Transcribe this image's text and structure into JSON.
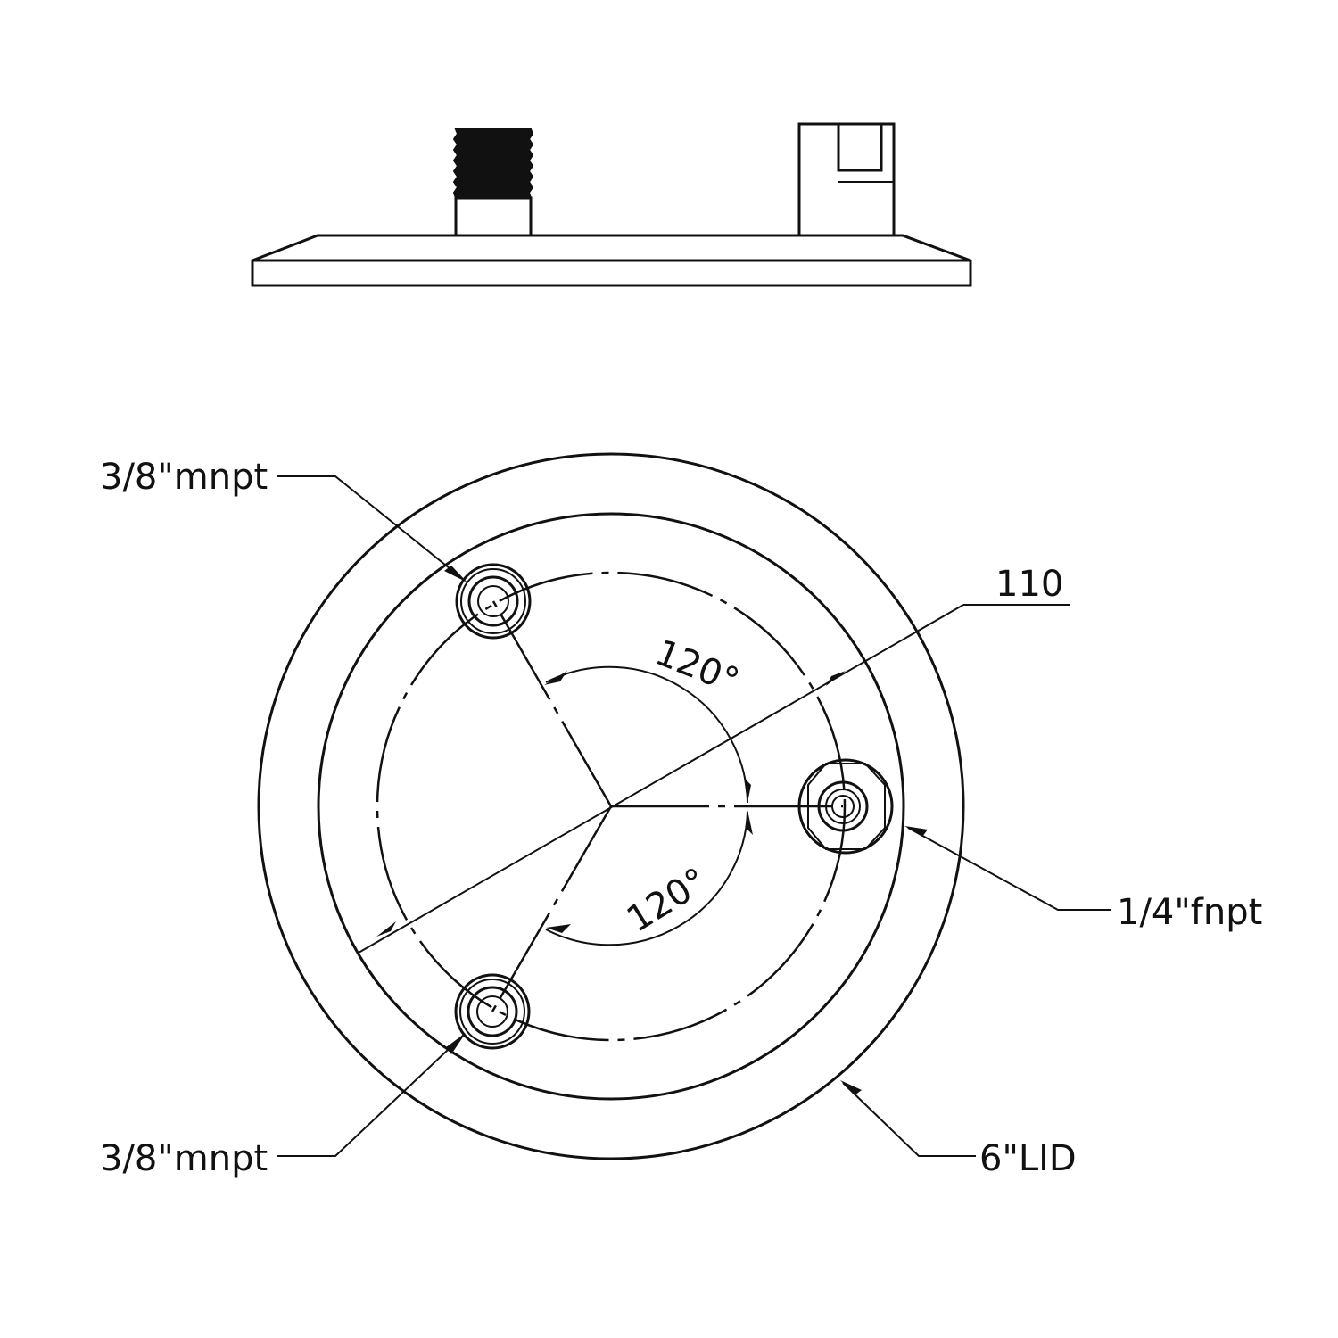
{
  "labels": {
    "top_left_port": "3/8\"mnpt",
    "bottom_left_port": "3/8\"mnpt",
    "right_port": "1/4\"fnpt",
    "diameter": "110",
    "lid": "6\"LID",
    "angle_upper": "120°",
    "angle_lower": "120°"
  },
  "colors": {
    "line": "#111111",
    "background": "#ffffff"
  }
}
